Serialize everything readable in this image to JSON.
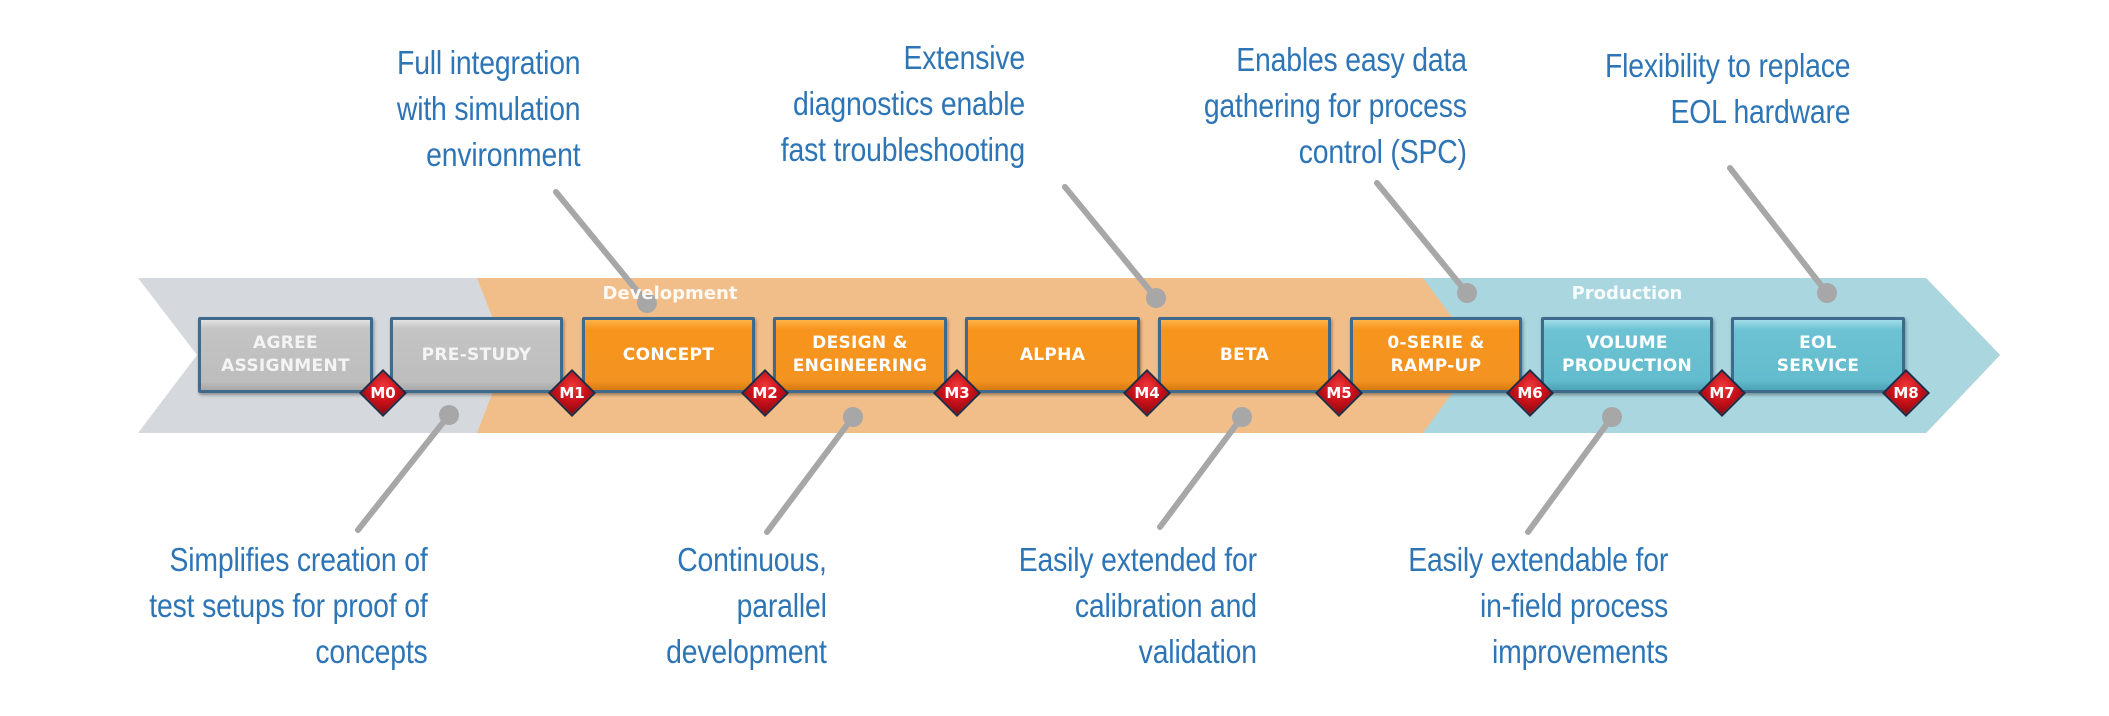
{
  "colors": {
    "text_blue": "#2e75b6",
    "band_gray": "#d5d9dd",
    "band_orange": "#f1be8a",
    "band_teal": "#a9d6df",
    "box_gray": "#bdbdbd",
    "box_orange": "#f7941d",
    "box_teal": "#66bfcf",
    "milestone_red": "#c8101a",
    "connector_gray": "#a7a7a7"
  },
  "phases": [
    {
      "id": "development",
      "label": "Development"
    },
    {
      "id": "production",
      "label": "Production"
    }
  ],
  "steps": [
    {
      "lines": [
        "AGREE",
        "ASSIGNMENT"
      ],
      "style": "gray"
    },
    {
      "lines": [
        "PRE-STUDY"
      ],
      "style": "gray"
    },
    {
      "lines": [
        "CONCEPT"
      ],
      "style": "orange"
    },
    {
      "lines": [
        "DESIGN &",
        "ENGINEERING"
      ],
      "style": "orange"
    },
    {
      "lines": [
        "ALPHA"
      ],
      "style": "orange"
    },
    {
      "lines": [
        "BETA"
      ],
      "style": "orange"
    },
    {
      "lines": [
        "0-SERIE &",
        "RAMP-UP"
      ],
      "style": "orange"
    },
    {
      "lines": [
        "VOLUME",
        "PRODUCTION"
      ],
      "style": "teal"
    },
    {
      "lines": [
        "EOL",
        "SERVICE"
      ],
      "style": "teal"
    }
  ],
  "milestones": [
    "M0",
    "M1",
    "M2",
    "M3",
    "M4",
    "M5",
    "M6",
    "M7",
    "M8"
  ],
  "callouts_top": [
    {
      "lines": [
        "Full integration",
        "with simulation",
        "environment"
      ]
    },
    {
      "lines": [
        "Extensive",
        "diagnostics enable",
        "fast troubleshooting"
      ]
    },
    {
      "lines": [
        "Enables easy data",
        "gathering for process",
        "control (SPC)"
      ]
    },
    {
      "lines": [
        "Flexibility to replace",
        "EOL hardware"
      ]
    }
  ],
  "callouts_bottom": [
    {
      "lines": [
        "Simplifies creation of",
        "test setups for proof of",
        "concepts"
      ]
    },
    {
      "lines": [
        "Continuous,",
        "parallel",
        "development"
      ]
    },
    {
      "lines": [
        "Easily extended for",
        "calibration and",
        "validation"
      ]
    },
    {
      "lines": [
        "Easily extendable for",
        "in-field process",
        "improvements"
      ]
    }
  ]
}
